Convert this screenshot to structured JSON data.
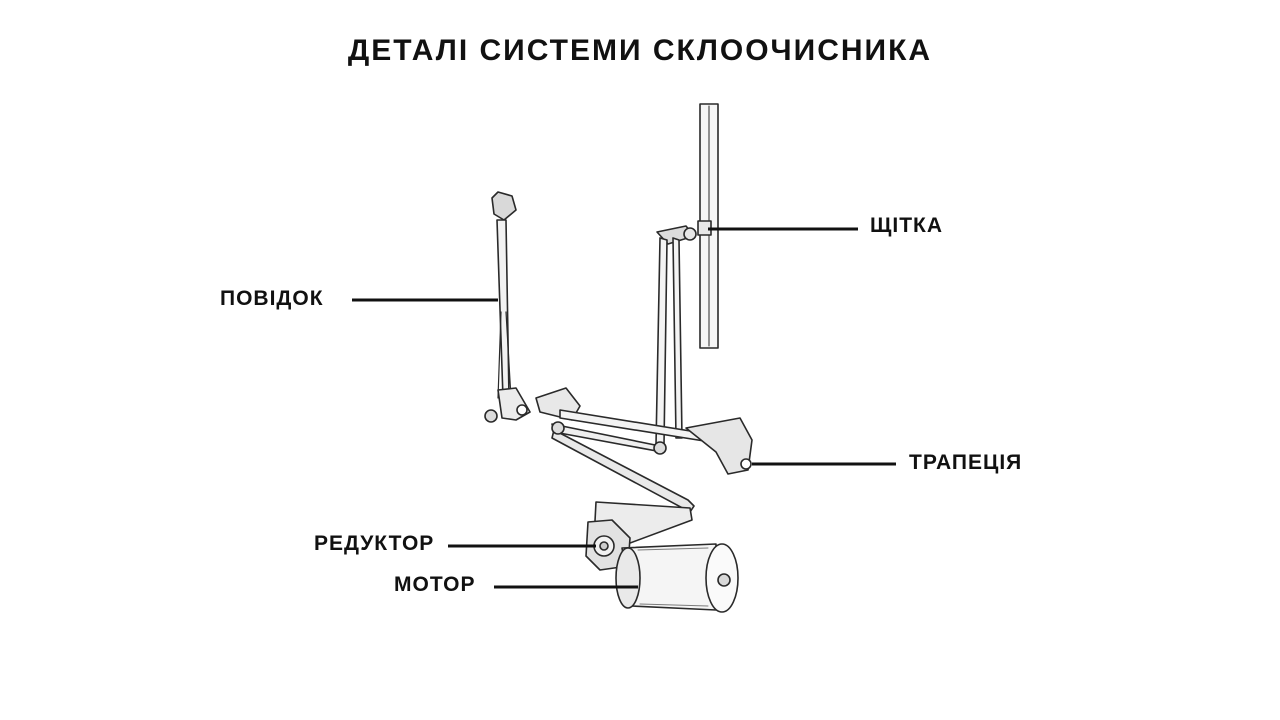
{
  "title": "ДЕТАЛІ СИСТЕМИ СКЛООЧИСНИКА",
  "labels": {
    "brush": "ЩІТКА",
    "arm": "ПОВІДОК",
    "linkage": "ТРАПЕЦІЯ",
    "gearbox": "РЕДУКТОР",
    "motor": "МОТОР"
  }
}
